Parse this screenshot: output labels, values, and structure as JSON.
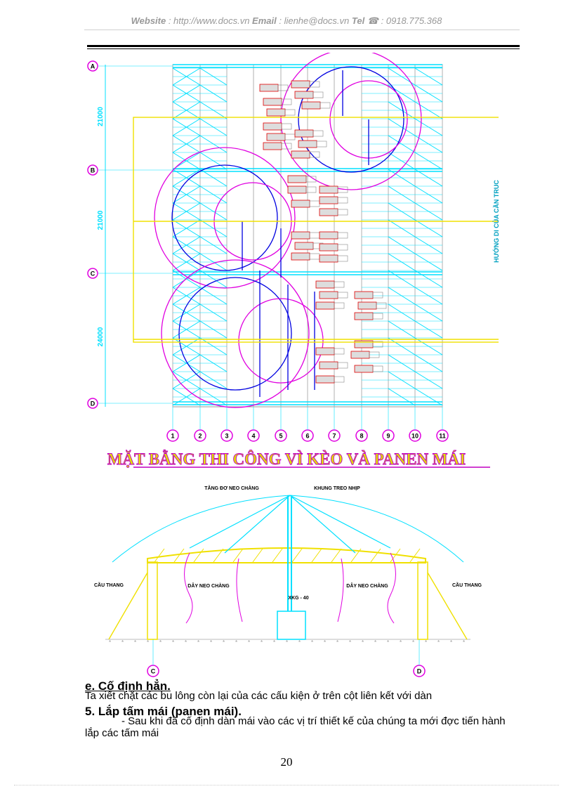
{
  "header": {
    "website_label": "Website",
    "website_value": " : http://www.docs.vn ",
    "email_label": "Email",
    "email_value": " : lienhe@docs.vn ",
    "tel_label": "Tel",
    "tel_value": " ☎ : 0918.775.368"
  },
  "drawing": {
    "grid_rows": [
      "A",
      "B",
      "C",
      "D"
    ],
    "grid_cols": [
      "1",
      "2",
      "3",
      "4",
      "5",
      "6",
      "7",
      "8",
      "9",
      "10",
      "11"
    ],
    "dimensions": [
      "21000",
      "21000",
      "24000"
    ],
    "direction_label": "HƯỚNG DI CỦA CẦN TRỤC",
    "plan_title": "MẶT BẰNG THI CÔNG VÌ KÈO VÀ PANEN MÁI",
    "section_labels": {
      "top_left": "TĂNG ĐƠ NEO CHẰNG",
      "top_right": "KHUNG TREO NHỊP",
      "side_left": "CẦU THANG",
      "side_right": "CẦU THANG",
      "cable_left": "DÂY NEO CHẰNG",
      "cable_right": "DÂY NEO CHẰNG",
      "crane": "XKG - 40",
      "axis_c": "C",
      "axis_d": "D"
    }
  },
  "content": {
    "heading_e": "e. Cố định hẳn.",
    "para_e": "Ta xiết chặt các bu lông còn lại của các cấu kiện ở trên cột liên kết với dàn",
    "heading_5": "5. Lắp tấm mái (panen mái).",
    "para_5": "- Sau khi đã cố định dàn mái vào các vị trí thiết kế của chúng ta mới đợc tiến hành lắp các tấm mái"
  },
  "page_number": "20",
  "colors": {
    "cyan": "#00e0ff",
    "magenta": "#e000e0",
    "yellow": "#f0e000",
    "blue": "#0000e0",
    "red": "#e00000",
    "green": "#00b000"
  }
}
